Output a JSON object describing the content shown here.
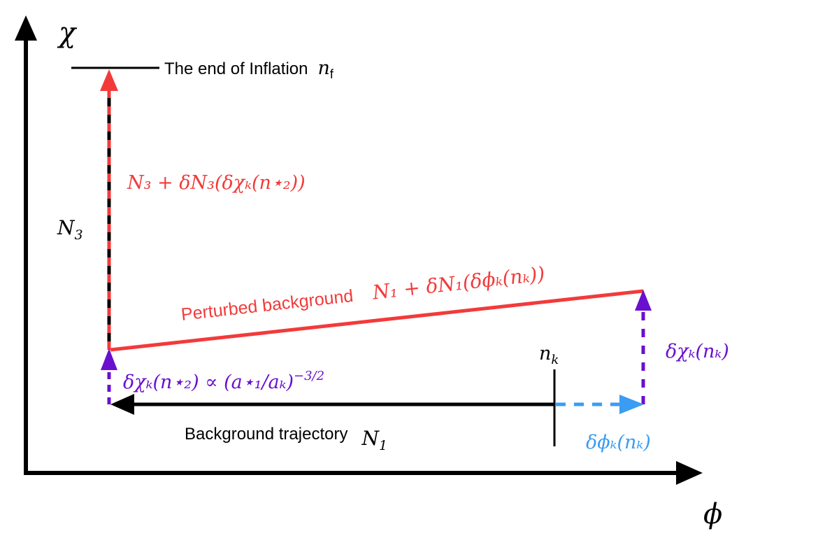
{
  "axes": {
    "y_label": "χ",
    "x_label": "ϕ"
  },
  "end_of_inflation": {
    "text": "The end of Inflation",
    "symbol": "n",
    "symbol_sub": "f"
  },
  "n3_label": {
    "symbol": "N",
    "sub": "3"
  },
  "red_vertical_label": "N₃ + δN₃(δχₖ(n⋆₂))",
  "perturbed": {
    "text": "Perturbed background",
    "formula": "N₁ + δN₁(δϕₖ(nₖ))"
  },
  "nk_label": {
    "symbol": "n",
    "sub": "k"
  },
  "delta_chi_right": "δχₖ(nₖ)",
  "delta_chi_left": {
    "formula": "δχₖ(n⋆₂) ∝ (a⋆₁/aₖ)",
    "exponent": "−3/2"
  },
  "background": {
    "text": "Background trajectory",
    "symbol": "N",
    "sub": "1"
  },
  "delta_phi": "δϕₖ(nₖ)",
  "colors": {
    "black": "#000000",
    "red": "#f33a3a",
    "purple": "#6a0fcf",
    "blue": "#3a9cf2"
  }
}
